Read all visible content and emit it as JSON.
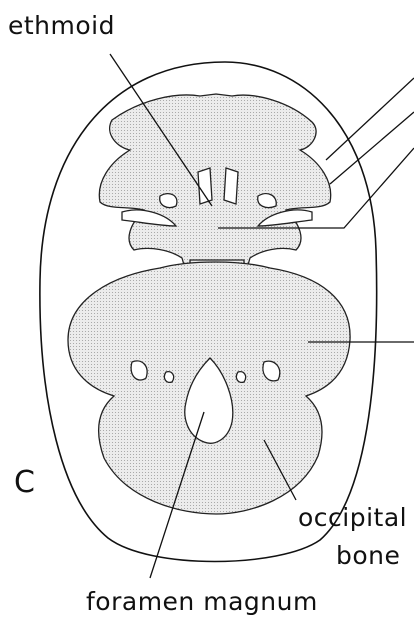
{
  "figure": {
    "panel_letter": "C",
    "labels": {
      "ethmoid": "ethmoid",
      "occipital_line1": "occipital",
      "occipital_line2": "bone",
      "foramen_magnum": "foramen magnum"
    }
  }
}
